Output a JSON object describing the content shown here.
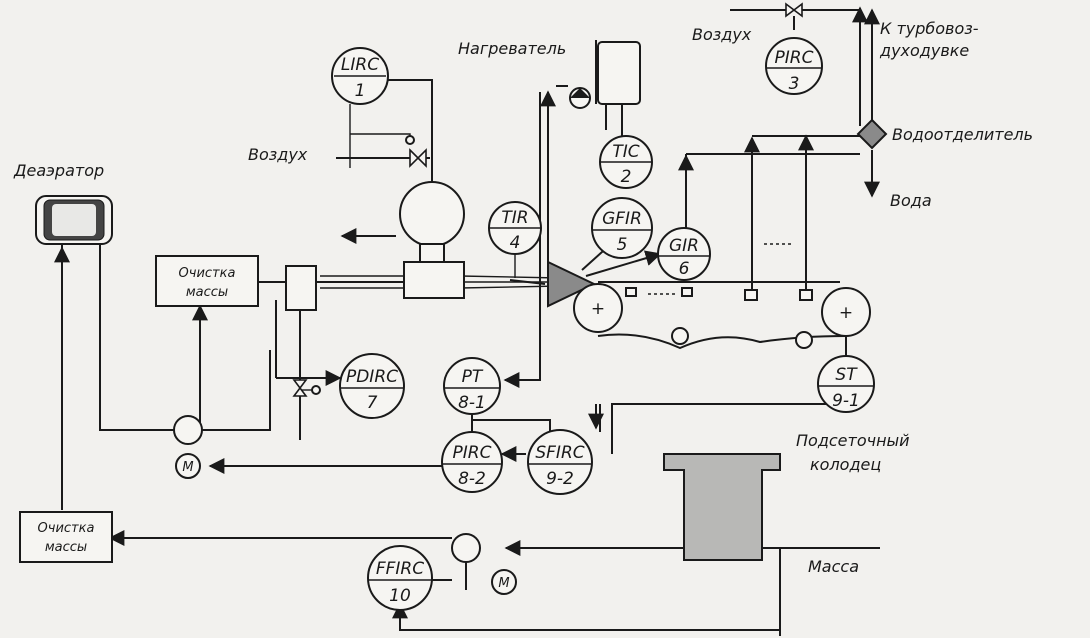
{
  "labels": {
    "deaerator": "Деаэратор",
    "heater": "Нагреватель",
    "air_left": "Воздух",
    "air_top": "Воздух",
    "to_blower_1": "К турбовоз-",
    "to_blower_2": "духодувке",
    "water_separator": "Водоотделитель",
    "water": "Вода",
    "pit_1": "Подсеточный",
    "pit_2": "колодец",
    "mass": "Масса"
  },
  "cleaning": [
    {
      "line1": "Очистка",
      "line2": "массы"
    },
    {
      "line1": "Очистка",
      "line2": "массы"
    }
  ],
  "motor_symbol": "M",
  "instruments": [
    {
      "tag": "LIRC",
      "num": "1"
    },
    {
      "tag": "TIC",
      "num": "2"
    },
    {
      "tag": "PIRC",
      "num": "3"
    },
    {
      "tag": "TIR",
      "num": "4"
    },
    {
      "tag": "GFIR",
      "num": "5"
    },
    {
      "tag": "GIR",
      "num": "6"
    },
    {
      "tag": "PDIRC",
      "num": "7"
    },
    {
      "tag": "PT",
      "num": "8-1"
    },
    {
      "tag": "PIRC",
      "num": "8-2"
    },
    {
      "tag": "ST",
      "num": "9-1"
    },
    {
      "tag": "SFIRC",
      "num": "9-2"
    },
    {
      "tag": "FFIRC",
      "num": "10"
    }
  ]
}
